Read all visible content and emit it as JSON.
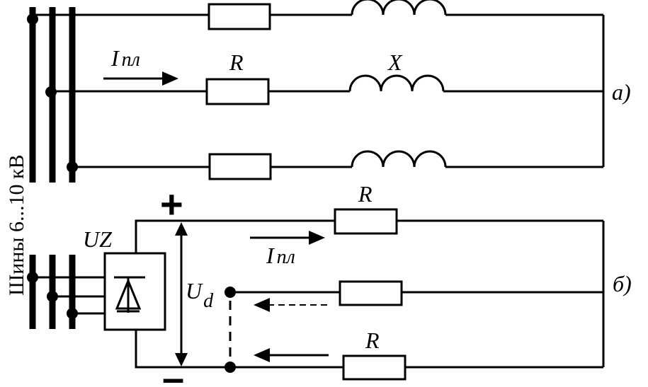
{
  "diagram_a": {
    "label": "а)",
    "current_symbol": "I",
    "current_subscript": "пл",
    "resistor_label": "R",
    "reactance_label": "X"
  },
  "diagram_b": {
    "label": "б)",
    "rectifier_label": "UZ",
    "plus_sign": "+",
    "minus_sign": "–",
    "voltage_symbol": "U",
    "voltage_subscript": "d",
    "current_symbol": "I",
    "current_subscript": "пл",
    "resistor_top_label": "R",
    "resistor_bottom_label": "R"
  },
  "bus_label": "Шины 6...10 кВ"
}
